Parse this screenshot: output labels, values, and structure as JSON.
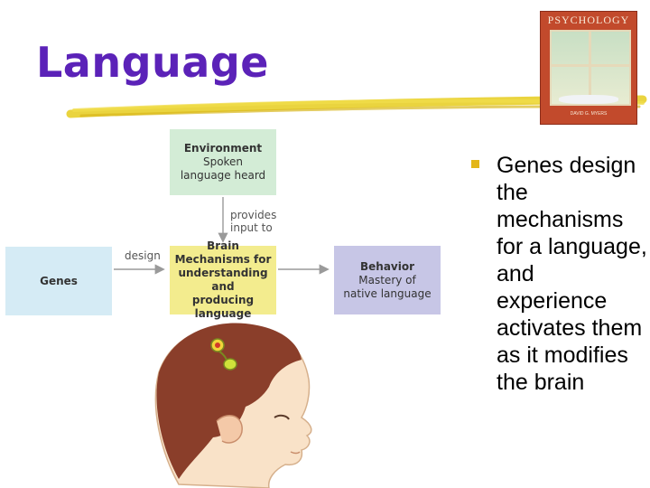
{
  "slide": {
    "title": "Language"
  },
  "book_cover": {
    "title": "PSYCHOLOGY",
    "author": "DAVID G. MYERS"
  },
  "diagram": {
    "environment": {
      "heading": "Environment",
      "line1": "Spoken",
      "line2": "language heard"
    },
    "genes": {
      "heading": "Genes"
    },
    "brain": {
      "heading": "Brain",
      "line1": "Mechanisms for",
      "line2": "understanding and",
      "line3": "producing language"
    },
    "behavior": {
      "heading": "Behavior",
      "line1": "Mastery of",
      "line2": "native language"
    },
    "label_provides_1": "provides",
    "label_provides_2": "input to",
    "label_design": "design"
  },
  "bullet": {
    "text": "Genes design the mechanisms for a language, and experience activates them as it modifies the brain"
  },
  "colors": {
    "title": "#5b22b8",
    "underline": "#e8cf2a",
    "bullet_marker": "#e3b619",
    "env_box": "#d3ecd6",
    "genes_box": "#d5ebf5",
    "brain_box": "#f3ec8e",
    "behavior_box": "#c7c6e6"
  }
}
